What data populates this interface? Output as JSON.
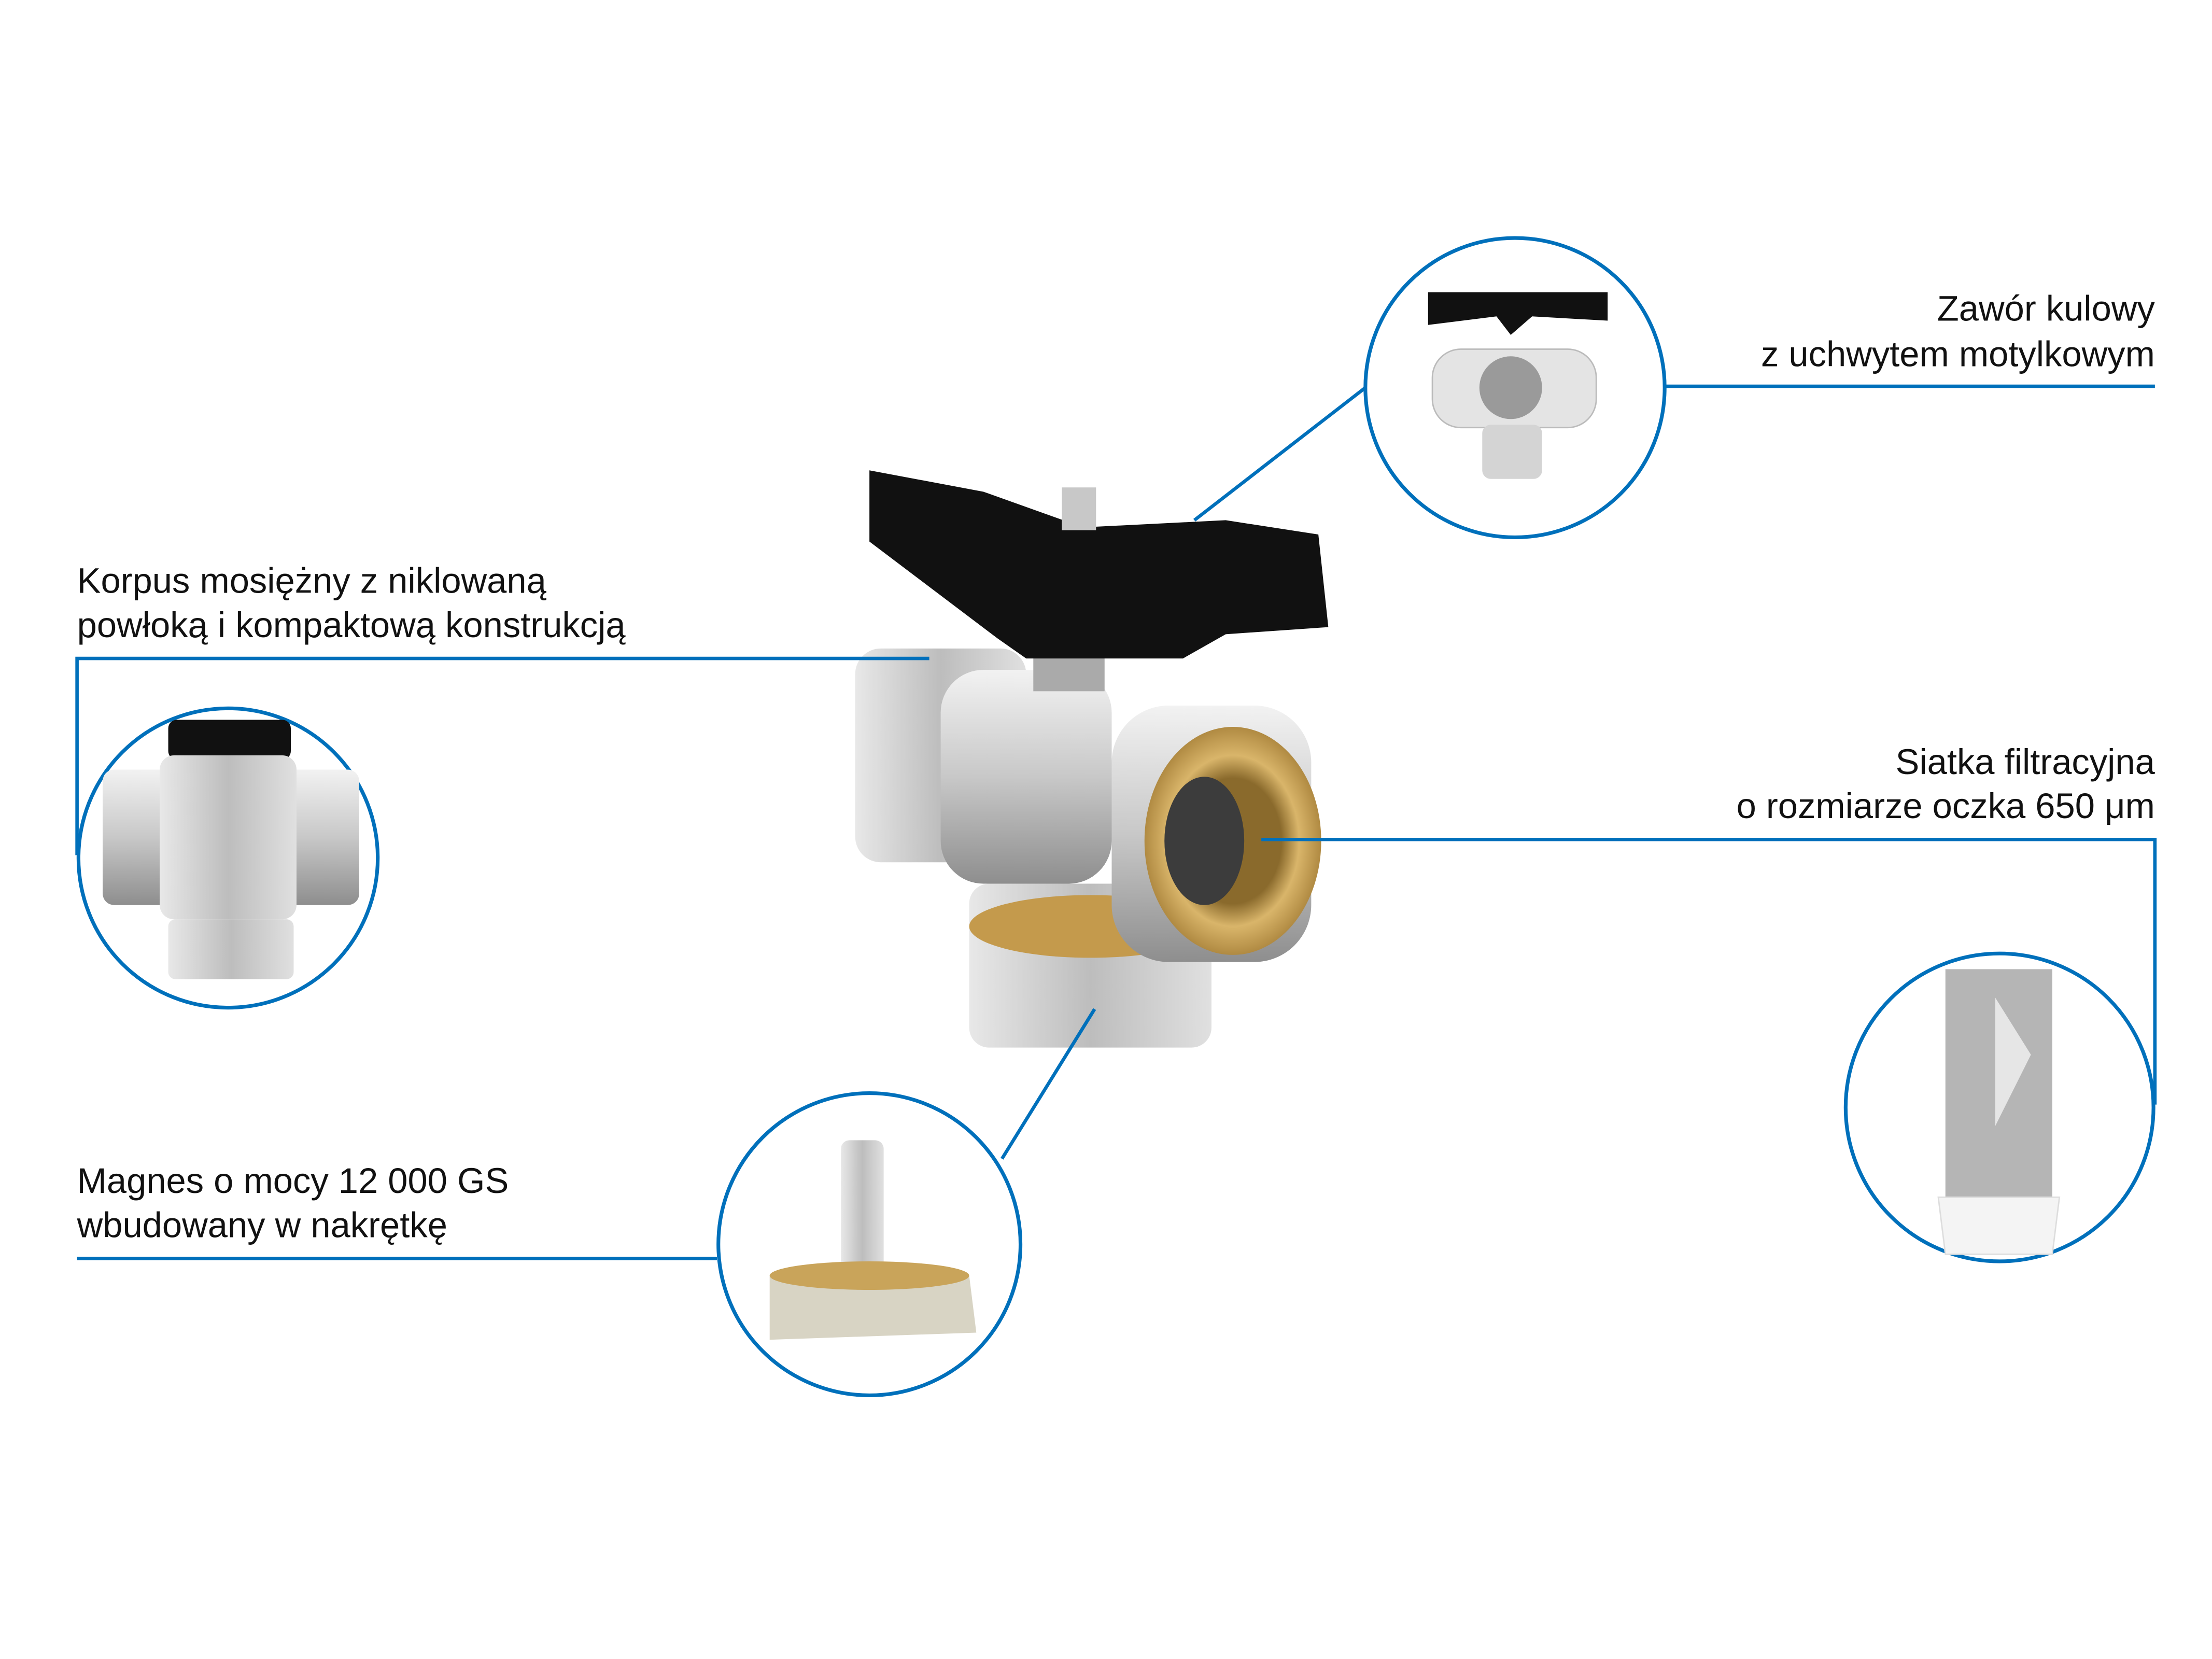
{
  "accent_color": "#0070bb",
  "callouts": {
    "handle": {
      "line1": "Zawór kulowy",
      "line2": "z uchwytem motylkowym"
    },
    "body": {
      "line1": "Korpus mosiężny z niklowaną",
      "line2": "powłoką i kompaktową konstrukcją"
    },
    "filter": {
      "line1": "Siatka filtracyjna",
      "line2": "o rozmiarze oczka 650 μm"
    },
    "magnet": {
      "line1": "Magnes o mocy 12 000 GS",
      "line2": "wbudowany w nakrętkę"
    }
  }
}
